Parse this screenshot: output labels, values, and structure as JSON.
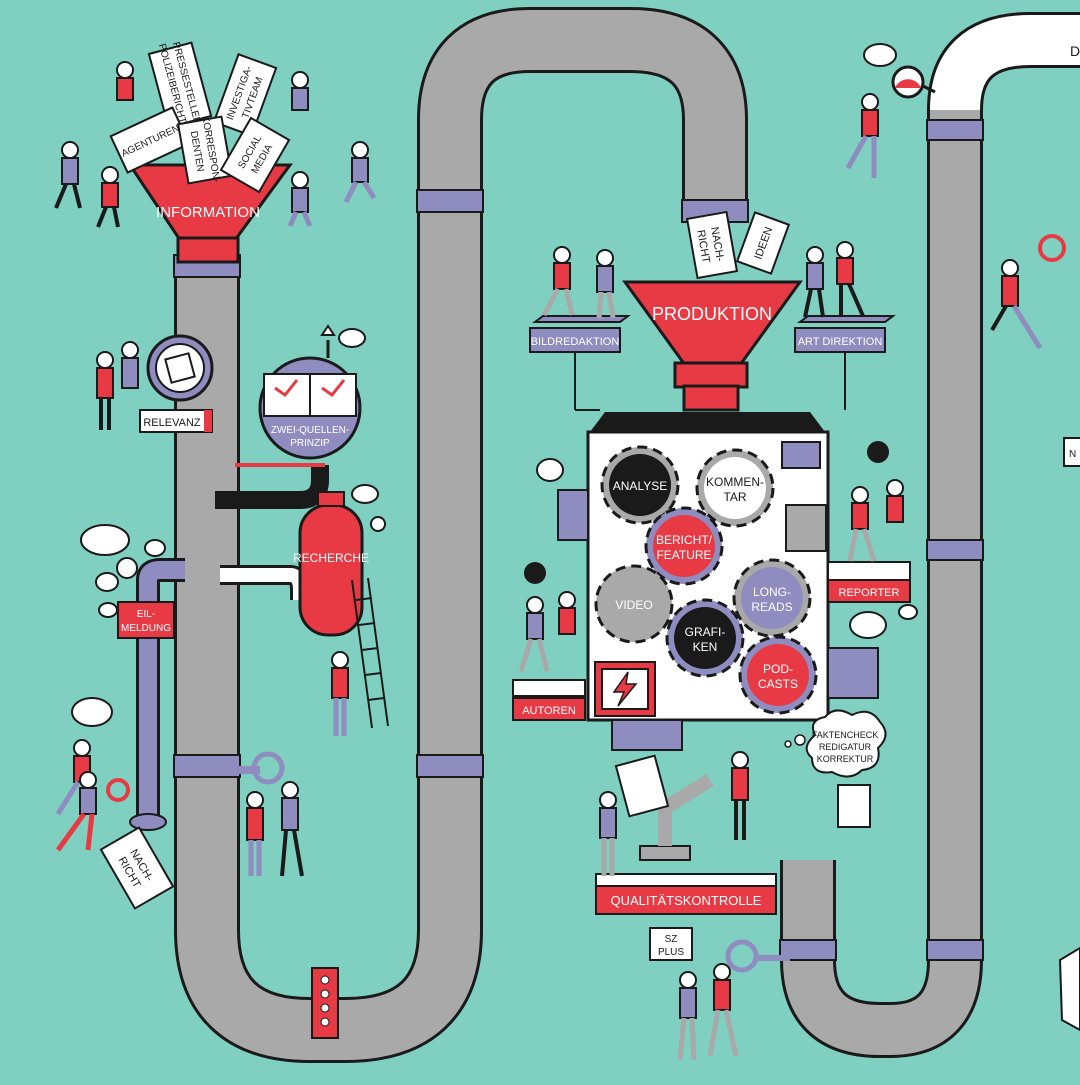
{
  "colors": {
    "background": "#7fd0c0",
    "pipe": "#a9a9a9",
    "pipe_dark": "#8f8f8f",
    "band": "#8f8cc0",
    "accent": "#e83a45",
    "ink": "#1a1a1a",
    "paper": "#ffffff"
  },
  "funnel_info": {
    "label": "INFORMATION"
  },
  "info_papers": {
    "p1": "PRESSESTELLEN",
    "p1b": "POLIZEIBERICHTE",
    "p2": "INVESTIGA-",
    "p2b": "TIVTEAM",
    "p3": "AGENTUREN",
    "p4": "KORRESPON-",
    "p4b": "DENTEN",
    "p5": "SOCIAL",
    "p5b": "MEDIA"
  },
  "relevanz": {
    "label": "RELEVANZ"
  },
  "zwei_quellen": {
    "l1": "ZWEI-QUELLEN-",
    "l2": "PRINZIP"
  },
  "recherche": {
    "label": "RECHERCHE"
  },
  "eilmeldung": {
    "l1": "EIL-",
    "l2": "MELDUNG"
  },
  "nachricht_card": {
    "l1": "NACH-",
    "l2": "RICHT"
  },
  "produktion": {
    "label": "PRODUKTION",
    "paper_a1": "NACH-",
    "paper_a2": "RICHT",
    "paper_b": "IDEEN"
  },
  "platforms": {
    "bildredaktion": "BILDREDAKTION",
    "art_direktion": "ART DIREKTION"
  },
  "gears": {
    "g1": "ANALYSE",
    "g2a": "KOMMEN-",
    "g2b": "TAR",
    "g3a": "BERICHT/",
    "g3b": "FEATURE",
    "g4": "VIDEO",
    "g5a": "LONG-",
    "g5b": "READS",
    "g6a": "GRAFI-",
    "g6b": "KEN",
    "g7a": "POD-",
    "g7b": "CASTS"
  },
  "reporter": {
    "label": "REPORTER"
  },
  "autoren": {
    "label": "AUTOREN"
  },
  "thought_bubble": {
    "l1": "FAKTENCHECK",
    "l2": "REDIGATUR",
    "l3": "KORREKTUR"
  },
  "qualitaet": {
    "label": "QUALITÄTSKONTROLLE"
  },
  "sz_plus": {
    "l1": "SZ",
    "l2": "PLUS"
  },
  "edge_sign": {
    "top": "D",
    "mid": "N"
  }
}
